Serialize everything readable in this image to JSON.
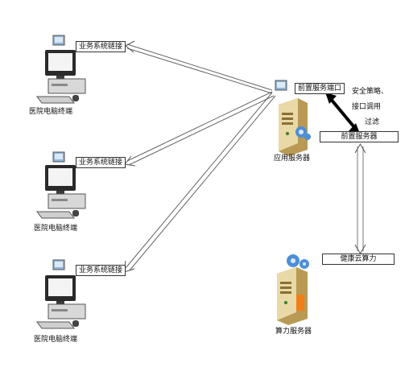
{
  "terminals": [
    {
      "link_label": "业务系统链接",
      "name": "医院电脑终端"
    },
    {
      "link_label": "业务系统链接",
      "name": "医院电脑终端"
    },
    {
      "link_label": "业务系统链接",
      "name": "医院电脑终端"
    }
  ],
  "app_server": {
    "port_label": "前置服务端口",
    "name": "应用服务器",
    "front_box": "前置服务器"
  },
  "policy_note": {
    "line1": "安全策略、",
    "line2": "接口调用",
    "line3": "过滤"
  },
  "compute_server": {
    "cloud_box": "健康云算力",
    "name": "算力服务器"
  },
  "colors": {
    "server_body": "#e9d9a6",
    "server_dark": "#b89a55",
    "gear": "#4d8fd6",
    "monitor": "#222222",
    "orange_accent": "#f07f1a"
  }
}
